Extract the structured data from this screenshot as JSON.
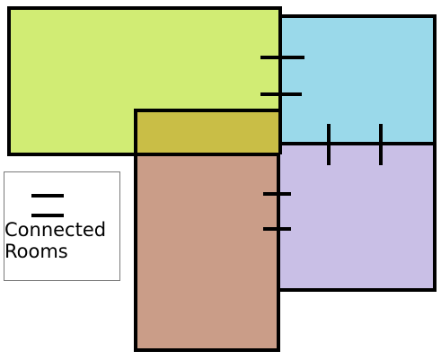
{
  "colors": {
    "room_green": "#d1ec74",
    "room_blue": "#9ad9ea",
    "room_purple": "#c9bfe6",
    "room_brown": "#ca9d88",
    "overlap": "#c9be46",
    "outline": "#000000"
  },
  "rooms": [
    {
      "id": "green-room",
      "fill": "room_green"
    },
    {
      "id": "blue-room",
      "fill": "room_blue"
    },
    {
      "id": "purple-room",
      "fill": "room_purple"
    },
    {
      "id": "brown-room",
      "fill": "room_brown"
    }
  ],
  "connections": [
    {
      "between": [
        "green-room",
        "blue-room"
      ],
      "door_marks": 2
    },
    {
      "between": [
        "blue-room",
        "purple-room"
      ],
      "door_marks": 2
    },
    {
      "between": [
        "brown-room",
        "purple-room"
      ],
      "door_marks": 2
    }
  ],
  "legend": {
    "symbol": "double-dash",
    "label": "Connected\nRooms"
  }
}
